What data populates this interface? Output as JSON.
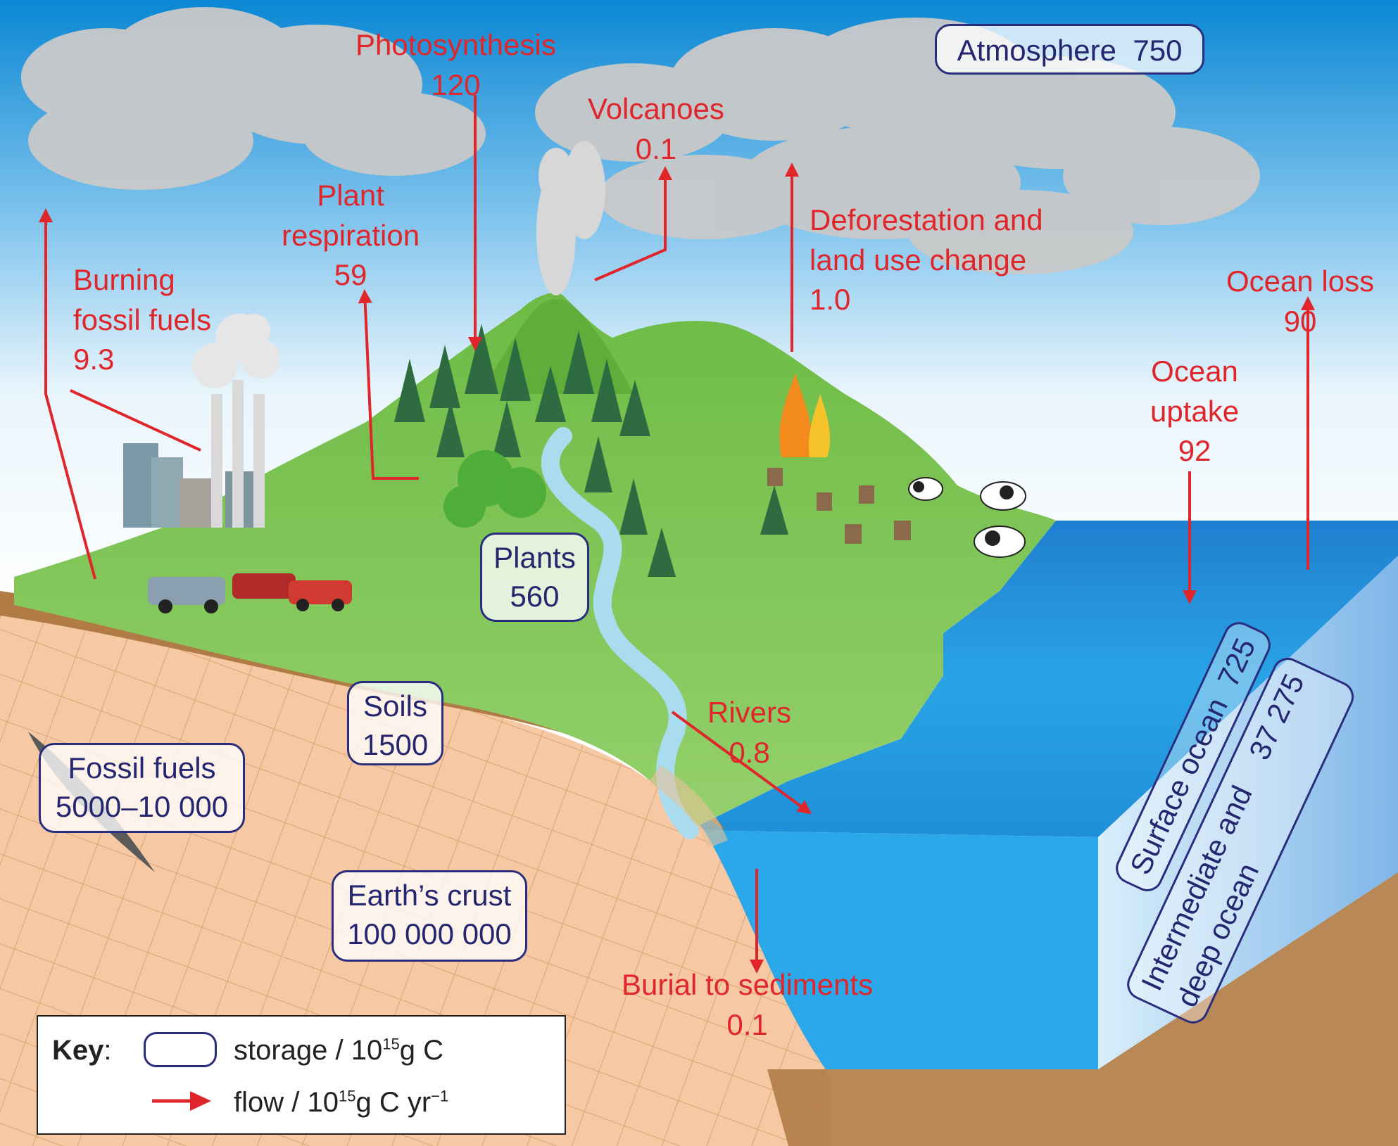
{
  "atmosphere": {
    "name": "Atmosphere",
    "value": "750"
  },
  "storages": {
    "plants": {
      "name": "Plants",
      "value": "560"
    },
    "soils": {
      "name": "Soils",
      "value": "1500"
    },
    "fossil_fuels": {
      "name": "Fossil fuels",
      "value": "5000–10 000"
    },
    "earths_crust": {
      "name": "Earth’s crust",
      "value": "100 000 000"
    },
    "surface_ocean": {
      "name": "Surface ocean",
      "value": "725"
    },
    "deep_ocean": {
      "name_line1": "Intermediate and",
      "name_line2": "deep ocean",
      "value": "37 275"
    }
  },
  "flows": {
    "photosynthesis": {
      "name": "Photosynthesis",
      "value": "120"
    },
    "volcanoes": {
      "name": "Volcanoes",
      "value": "0.1"
    },
    "plant_respiration": {
      "name_line1": "Plant",
      "name_line2": "respiration",
      "value": "59"
    },
    "burning_fossil_fuels": {
      "name_line1": "Burning",
      "name_line2": "fossil fuels",
      "value": "9.3"
    },
    "deforestation": {
      "name_line1": "Deforestation and",
      "name_line2": "land use change",
      "value": "1.0"
    },
    "ocean_loss": {
      "name": "Ocean loss",
      "value": "90"
    },
    "ocean_uptake": {
      "name_line1": "Ocean",
      "name_line2": "uptake",
      "value": "92"
    },
    "rivers": {
      "name": "Rivers",
      "value": "0.8"
    },
    "burial": {
      "name": "Burial to sediments",
      "value": "0.1"
    }
  },
  "key": {
    "title": "Key",
    "storage_label": "storage / 10",
    "storage_exp": "15",
    "storage_unit": "g C",
    "flow_label": "flow / 10",
    "flow_exp": "15",
    "flow_unit": "g C yr",
    "flow_unit_exp": "−1"
  },
  "colors": {
    "flow_red": "#e0262b",
    "storage_navy": "#2a2c7e",
    "land_green": "#8cc963",
    "ocean_blue": "#1f9be0",
    "crust_peach": "#f6c9a4",
    "soil_brown": "#b07b45",
    "sky_blue": "#0a8ad6",
    "cloud_grey": "#c7c7c7"
  }
}
